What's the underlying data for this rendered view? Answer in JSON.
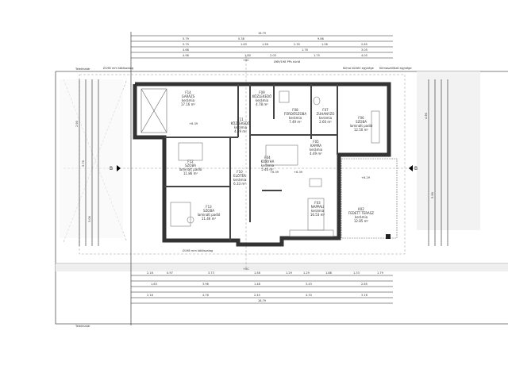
{
  "plot": {
    "boundary_label_top": "Telekhatár",
    "boundary_label_bottom": "Telekhatár",
    "setback_label_top": "Ø198 mm kötőszalag",
    "setback_label_bottom": "Ø198 mm kötőszalag",
    "chimney_label": "Ø69/198 PPs kürtő",
    "annotation_1": "Klíma kültéri egysége",
    "annotation_2": "Klímaszellőző egysége",
    "section_marker": "B",
    "north_marker": "+0C"
  },
  "dimensions": {
    "total_width": "16.79",
    "top_row_1": [
      "5.79",
      "0.38",
      "9.86"
    ],
    "top_row_2": [
      "5.79",
      "1.63",
      "1.56",
      "2.35",
      "1.56",
      "2.85"
    ],
    "top_row_3": [
      "4.68",
      "1.76",
      "3.05"
    ],
    "top_row_4": [
      "4.96",
      "1.80",
      "2.05",
      "1.75",
      "4.05"
    ],
    "bottom_row_1": [
      "2.16",
      "0.97",
      "3.73",
      "1.58",
      "1.29",
      "1.29",
      "1.88",
      "1.33",
      "1.79"
    ],
    "bottom_row_2": [
      "1.63",
      "3.96",
      "1.48",
      "3.43",
      "2.65"
    ],
    "bottom_row_3": [
      "2.16",
      "4.76",
      "2.45",
      "4.33",
      "3.16"
    ],
    "bottom_total": "16.79",
    "left_side": [
      "2.90",
      "5.76",
      "3.06"
    ],
    "right_side": [
      "4.96",
      "5.90"
    ]
  },
  "rooms": [
    {
      "code": "F14",
      "name": "GARÁZS",
      "floor": "kerámia",
      "area": "17.16 m²"
    },
    {
      "code": "F09",
      "name": "KÖZLEKEDŐ",
      "floor": "kerámia",
      "area": "4.78 m²"
    },
    {
      "code": "F08",
      "name": "FÜRDŐSZOBA",
      "floor": "kerámia",
      "area": "7.49 m²"
    },
    {
      "code": "F07",
      "name": "ZUHANYZÓ",
      "floor": "kerámia",
      "area": "2.60 m²"
    },
    {
      "code": "F06",
      "name": "SZOBA",
      "floor": "laminált padló",
      "area": "12.50 m²"
    },
    {
      "code": "F11",
      "name": "KÖZLEKEDŐ",
      "floor": "kerámia",
      "area": "4.29 m²"
    },
    {
      "code": "F05",
      "name": "KAMRA",
      "floor": "kerámia",
      "area": "4.49 m²"
    },
    {
      "code": "F12",
      "name": "SZOBA",
      "floor": "laminált padló",
      "area": "11.86 m²"
    },
    {
      "code": "F04",
      "name": "KONYHA",
      "floor": "kerámia",
      "area": "5.46 m²"
    },
    {
      "code": "F10",
      "name": "ELŐTÉR",
      "floor": "kerámia",
      "area": "6.33 m²"
    },
    {
      "code": "F13",
      "name": "SZOBA",
      "floor": "laminált padló",
      "area": "11.46 m²"
    },
    {
      "code": "F03",
      "name": "NAPPALI",
      "floor": "kerámia",
      "area": "16.53 m²"
    },
    {
      "code": "K02",
      "name": "FEDETT TERASZ",
      "floor": "kerámia",
      "area": "12.85 m²"
    }
  ],
  "levels": [
    "+6.39",
    "+6.39",
    "+6.39",
    "+6.29"
  ]
}
